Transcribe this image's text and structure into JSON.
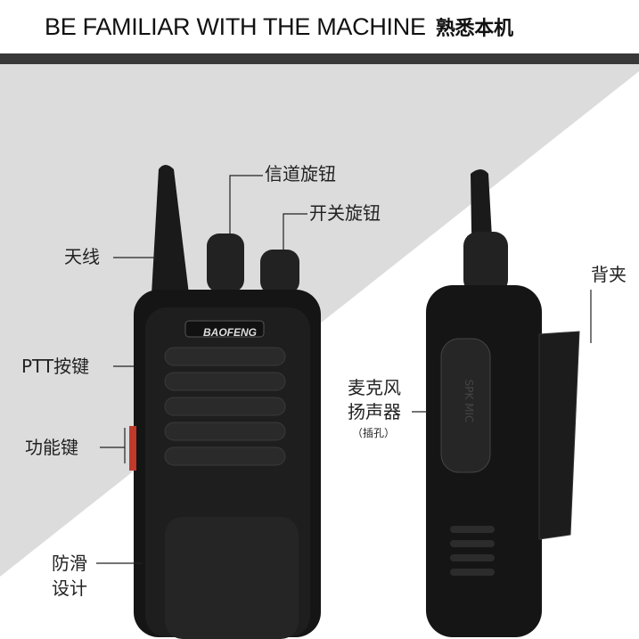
{
  "header": {
    "title_en": "BE FAMILIAR WITH THE MACHINE",
    "title_cn": "熟悉本机"
  },
  "brand": "BAOFENG",
  "side_print": "SPK MIC",
  "labels": {
    "channel_knob": "信道旋钮",
    "power_knob": "开关旋钮",
    "antenna": "天线",
    "ptt": "PTT按键",
    "function_keys": "功能键",
    "anti_slip_1": "防滑",
    "anti_slip_2": "设计",
    "belt_clip": "背夹",
    "mic_1": "麦克风",
    "mic_2": "扬声器",
    "mic_3": "（插孔）"
  }
}
